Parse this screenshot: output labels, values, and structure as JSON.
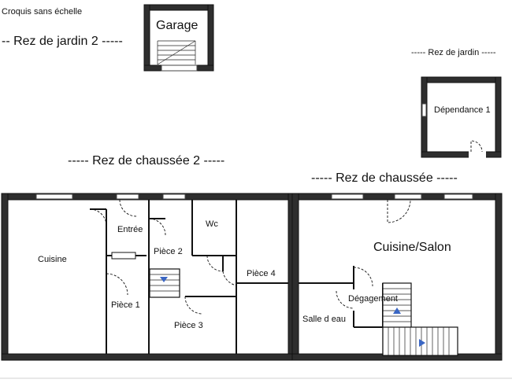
{
  "caption": "Croquis sans échelle",
  "levels": {
    "rez_de_jardin_2": "--  Rez de jardin 2  -----",
    "rez_de_jardin": "-----  Rez de jardin  -----",
    "rez_de_chaussee_2": "-----  Rez de chaussée 2  -----",
    "rez_de_chaussee": "-----  Rez de chaussée  -----"
  },
  "rooms": {
    "garage": "Garage",
    "dependance": "Dépendance 1",
    "cuisine": "Cuisine",
    "entree": "Entrée",
    "wc": "Wc",
    "piece1": "Pièce 1",
    "piece2": "Pièce 2",
    "piece3": "Pièce 3",
    "piece4": "Pièce 4",
    "cuisine_salon": "Cuisine/Salon",
    "degagement": "Dégagement",
    "salle_deau": "Salle d eau"
  },
  "colors": {
    "wall": "#2e2e2e",
    "stair_arrow": "#3a66c4"
  }
}
